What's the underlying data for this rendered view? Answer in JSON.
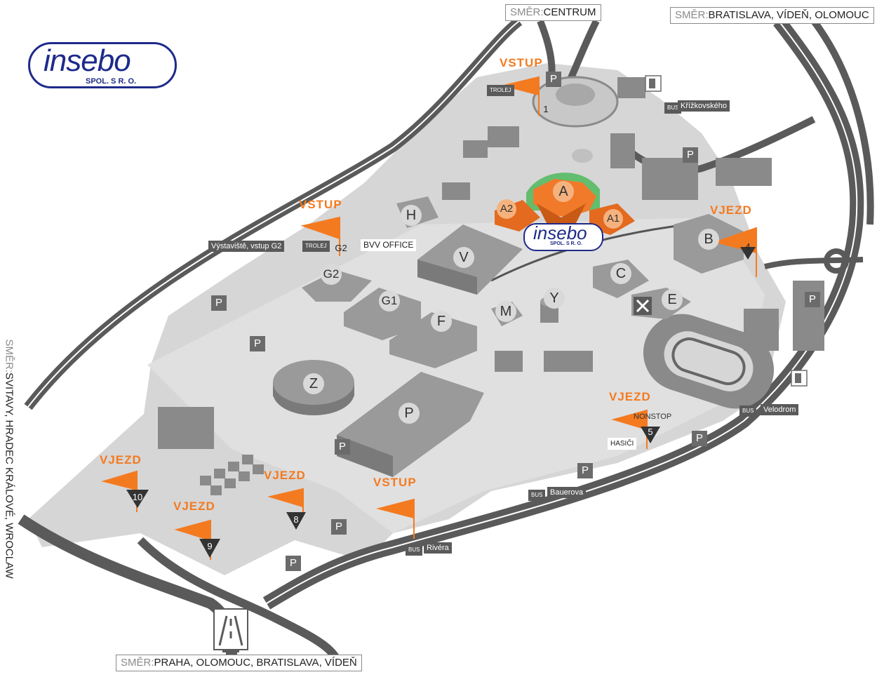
{
  "logo": {
    "name": "insebo",
    "sub": "SPOL. S R. O."
  },
  "directions": {
    "top_center": {
      "prefix": "SMĚR:",
      "place": "CENTRUM"
    },
    "top_right": {
      "prefix": "SMĚR:",
      "place": "BRATISLAVA, VÍDEŇ, OLOMOUC"
    },
    "bottom": {
      "prefix": "SMĚR:",
      "place": "PRAHA, OLOMOUC, BRATISLAVA, VÍDEŇ"
    },
    "left": {
      "prefix": "SMĚR:",
      "place": "SVITAVY, HRADEC KRÁLOVÉ, WROCLAW"
    }
  },
  "flags": {
    "vstup_1": "VSTUP",
    "vstup_2": "VSTUP",
    "vstup_3": "VSTUP",
    "vjezd_4": "VJEZD",
    "vjezd_5": "VJEZD",
    "vjezd_8": "VJEZD",
    "vjezd_9": "VJEZD",
    "vjezd_10": "VJEZD"
  },
  "gates": {
    "g1": "1",
    "g2": "G2",
    "g4": "4",
    "g5": "5",
    "g8": "8",
    "g9": "9",
    "g10": "10"
  },
  "halls": {
    "A": "A",
    "A1": "A1",
    "A2": "A2",
    "B": "B",
    "C": "C",
    "E": "E",
    "F": "F",
    "G1": "G1",
    "G2": "G2",
    "H": "H",
    "M": "M",
    "P": "P",
    "V": "V",
    "Y": "Y",
    "Z": "Z"
  },
  "parking": "P",
  "stops": {
    "trolej": "TROLEJ",
    "bus": "BUS",
    "krizkovskeho": "Křížkovského",
    "vystaviste": "Výstaviště, vstup G2",
    "velodrom": "Velodrom",
    "bauerova": "Bauerova",
    "riviera": "Rivéra"
  },
  "labels": {
    "bvv_office": "BVV OFFICE",
    "hasici": "HASIČI",
    "nonstop": "NONSTOP"
  }
}
